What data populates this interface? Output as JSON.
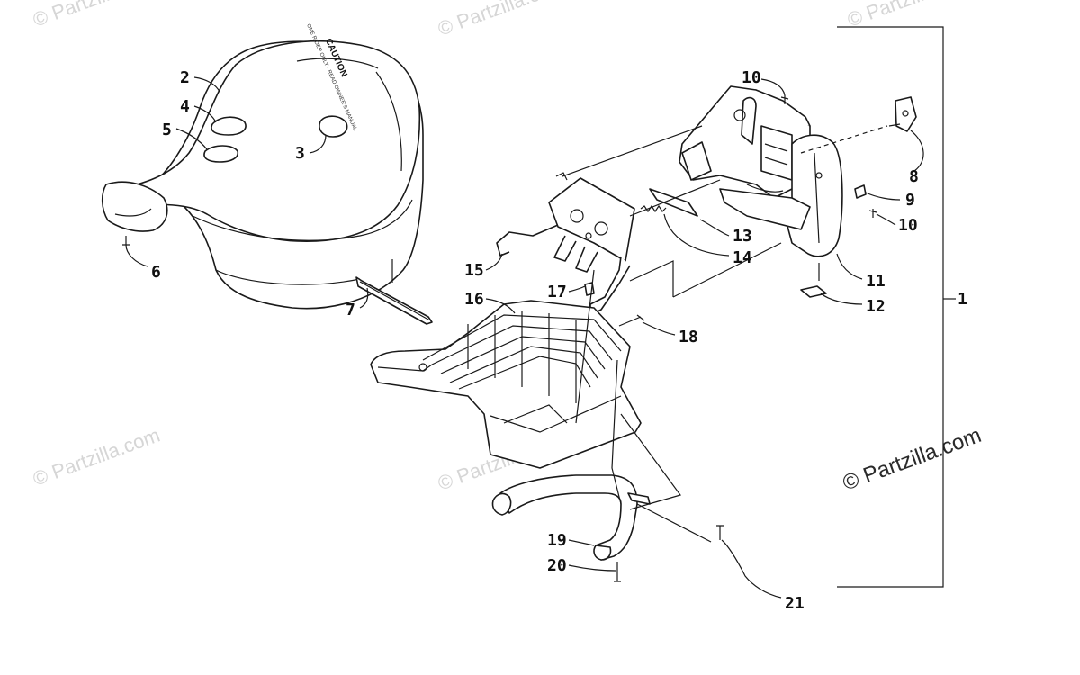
{
  "watermarks": {
    "faint": "© Partzilla.com",
    "main": "© Partzilla.com"
  },
  "seat_label": {
    "brand": "CAUTION",
    "fine_print": "ONE RIDER ONLY - READ OWNER'S MANUAL"
  },
  "callouts": [
    "1",
    "2",
    "3",
    "4",
    "5",
    "6",
    "7",
    "8",
    "9",
    "10",
    "10",
    "11",
    "12",
    "13",
    "14",
    "15",
    "16",
    "17",
    "18",
    "19",
    "20",
    "21"
  ],
  "colors": {
    "line": "#1a1a1a",
    "background": "#ffffff",
    "watermark": "#d6d6d6"
  }
}
